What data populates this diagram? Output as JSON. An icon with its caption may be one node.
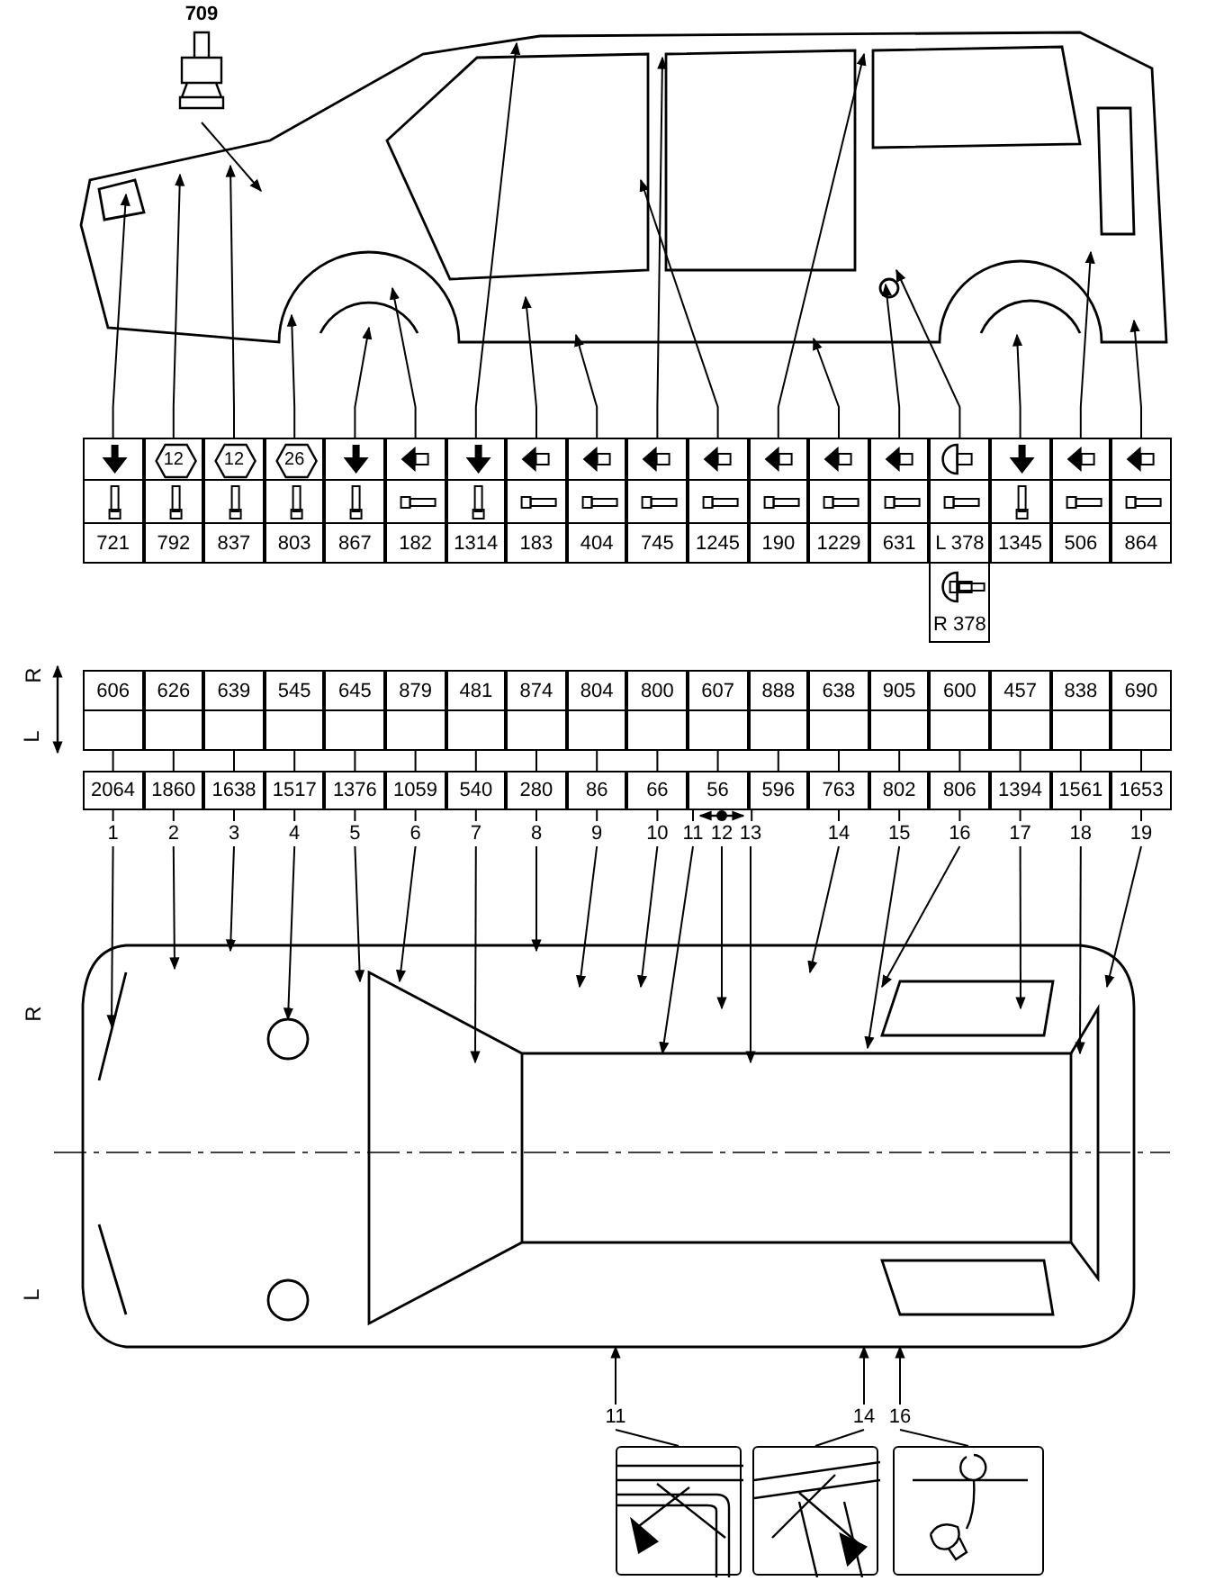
{
  "diagram": {
    "nodes": [
      {
        "text": [
          "709"
        ]
      },
      {
        "text": [
          "721",
          "606",
          "2064"
        ]
      },
      {
        "text": [
          "12",
          "792",
          "626",
          "1860"
        ]
      },
      {
        "text": [
          "12",
          "837",
          "639",
          "1638"
        ]
      },
      {
        "text": [
          "26",
          "803",
          "545",
          "1517"
        ]
      },
      {
        "text": [
          "867",
          "645",
          "1376"
        ]
      },
      {
        "text": [
          "182",
          "879",
          "1059"
        ]
      },
      {
        "text": [
          "1314",
          "481",
          "540"
        ]
      },
      {
        "text": [
          "183",
          "874",
          "280"
        ]
      },
      {
        "text": [
          "404",
          "804",
          "86"
        ]
      },
      {
        "text": [
          "745",
          "800",
          "66"
        ]
      },
      {
        "text": [
          "1245",
          "607",
          "56"
        ]
      },
      {
        "text": [
          "190",
          "888",
          "596"
        ]
      },
      {
        "text": [
          "1229",
          "638",
          "763"
        ]
      },
      {
        "text": [
          "631",
          "905",
          "802"
        ]
      },
      {
        "text": [
          "L 378",
          "R 378",
          "600",
          "806"
        ]
      },
      {
        "text": [
          "1345",
          "457",
          "1394"
        ]
      },
      {
        "text": [
          "506",
          "838",
          "1561"
        ]
      },
      {
        "text": [
          "864",
          "690",
          "1653"
        ]
      },
      {
        "text": [
          "1"
        ]
      },
      {
        "text": [
          "2"
        ]
      },
      {
        "text": [
          "3"
        ]
      },
      {
        "text": [
          "4"
        ]
      },
      {
        "text": [
          "5"
        ]
      },
      {
        "text": [
          "6"
        ]
      },
      {
        "text": [
          "7"
        ]
      },
      {
        "text": [
          "8"
        ]
      },
      {
        "text": [
          "9"
        ]
      },
      {
        "text": [
          "10"
        ]
      },
      {
        "text": [
          "11"
        ]
      },
      {
        "text": [
          "12"
        ]
      },
      {
        "text": [
          "13"
        ]
      },
      {
        "text": [
          "14"
        ]
      },
      {
        "text": [
          "15"
        ]
      },
      {
        "text": [
          "16"
        ]
      },
      {
        "text": [
          "17"
        ]
      },
      {
        "text": [
          "18"
        ]
      },
      {
        "text": [
          "19"
        ]
      },
      {
        "text": [
          "11"
        ]
      },
      {
        "text": [
          "14"
        ]
      },
      {
        "text": [
          "16"
        ]
      },
      {
        "text": [],
        "shape": "picture"
      },
      {
        "text": [],
        "shape": "picture"
      },
      {
        "text": [],
        "shape": "picture"
      }
    ],
    "edges": [
      {
        "from": 0,
        "to": null,
        "arrow": "to"
      },
      {
        "from": 1,
        "to": null,
        "arrow": "to"
      },
      {
        "from": 2,
        "to": null,
        "arrow": "to"
      },
      {
        "from": 3,
        "to": null,
        "arrow": "to"
      },
      {
        "from": 4,
        "to": null,
        "arrow": "to"
      },
      {
        "from": 5,
        "to": null,
        "arrow": "to"
      },
      {
        "from": 6,
        "to": null,
        "arrow": "to"
      },
      {
        "from": 7,
        "to": null,
        "arrow": "to"
      },
      {
        "from": 8,
        "to": null,
        "arrow": "to"
      },
      {
        "from": 9,
        "to": null,
        "arrow": "to"
      },
      {
        "from": 10,
        "to": null,
        "arrow": "to"
      },
      {
        "from": 11,
        "to": null,
        "arrow": "to"
      },
      {
        "from": 12,
        "to": null,
        "arrow": "to"
      },
      {
        "from": 13,
        "to": null,
        "arrow": "to"
      },
      {
        "from": 14,
        "to": null,
        "arrow": "to"
      },
      {
        "from": 15,
        "to": null,
        "arrow": "to"
      },
      {
        "from": 16,
        "to": null,
        "arrow": "to"
      },
      {
        "from": 17,
        "to": null,
        "arrow": "to"
      },
      {
        "from": 18,
        "to": null,
        "arrow": "to"
      },
      {
        "from": 1,
        "to": 19,
        "arrow": "none"
      },
      {
        "from": 2,
        "to": 20,
        "arrow": "none"
      },
      {
        "from": 3,
        "to": 21,
        "arrow": "none"
      },
      {
        "from": 4,
        "to": 22,
        "arrow": "none"
      },
      {
        "from": 5,
        "to": 23,
        "arrow": "none"
      },
      {
        "from": 6,
        "to": 24,
        "arrow": "none"
      },
      {
        "from": 7,
        "to": 25,
        "arrow": "none"
      },
      {
        "from": 8,
        "to": 26,
        "arrow": "none"
      },
      {
        "from": 9,
        "to": 27,
        "arrow": "none"
      },
      {
        "from": 10,
        "to": 28,
        "arrow": "none"
      },
      {
        "from": 11,
        "to": 29,
        "arrow": "none"
      },
      {
        "from": 12,
        "to": 31,
        "arrow": "none"
      },
      {
        "from": 13,
        "to": 32,
        "arrow": "none"
      },
      {
        "from": 14,
        "to": 33,
        "arrow": "none"
      },
      {
        "from": 15,
        "to": 34,
        "arrow": "none"
      },
      {
        "from": 16,
        "to": 35,
        "arrow": "none"
      },
      {
        "from": 17,
        "to": 36,
        "arrow": "none"
      },
      {
        "from": 18,
        "to": 37,
        "arrow": "none"
      },
      {
        "from": 19,
        "to": null,
        "arrow": "to"
      },
      {
        "from": 20,
        "to": null,
        "arrow": "to"
      },
      {
        "from": 21,
        "to": null,
        "arrow": "to"
      },
      {
        "from": 22,
        "to": null,
        "arrow": "to"
      },
      {
        "from": 23,
        "to": null,
        "arrow": "to"
      },
      {
        "from": 24,
        "to": null,
        "arrow": "to"
      },
      {
        "from": 25,
        "to": null,
        "arrow": "to"
      },
      {
        "from": 26,
        "to": null,
        "arrow": "to"
      },
      {
        "from": 27,
        "to": null,
        "arrow": "to"
      },
      {
        "from": 28,
        "to": null,
        "arrow": "to"
      },
      {
        "from": 29,
        "to": null,
        "arrow": "to"
      },
      {
        "from": 30,
        "to": null,
        "arrow": "to"
      },
      {
        "from": 31,
        "to": null,
        "arrow": "to"
      },
      {
        "from": 32,
        "to": null,
        "arrow": "to"
      },
      {
        "from": 33,
        "to": null,
        "arrow": "to"
      },
      {
        "from": 34,
        "to": null,
        "arrow": "to"
      },
      {
        "from": 35,
        "to": null,
        "arrow": "to"
      },
      {
        "from": 36,
        "to": null,
        "arrow": "to"
      },
      {
        "from": 37,
        "to": null,
        "arrow": "to"
      },
      {
        "from": 38,
        "to": null,
        "arrow": "to"
      },
      {
        "from": 39,
        "to": null,
        "arrow": "to"
      },
      {
        "from": 40,
        "to": null,
        "arrow": "to"
      },
      {
        "from": 38,
        "to": 41,
        "arrow": "none"
      },
      {
        "from": 39,
        "to": 42,
        "arrow": "none"
      },
      {
        "from": 40,
        "to": 43,
        "arrow": "none"
      }
    ],
    "labels": [
      "R",
      "L",
      "R",
      "L"
    ]
  }
}
